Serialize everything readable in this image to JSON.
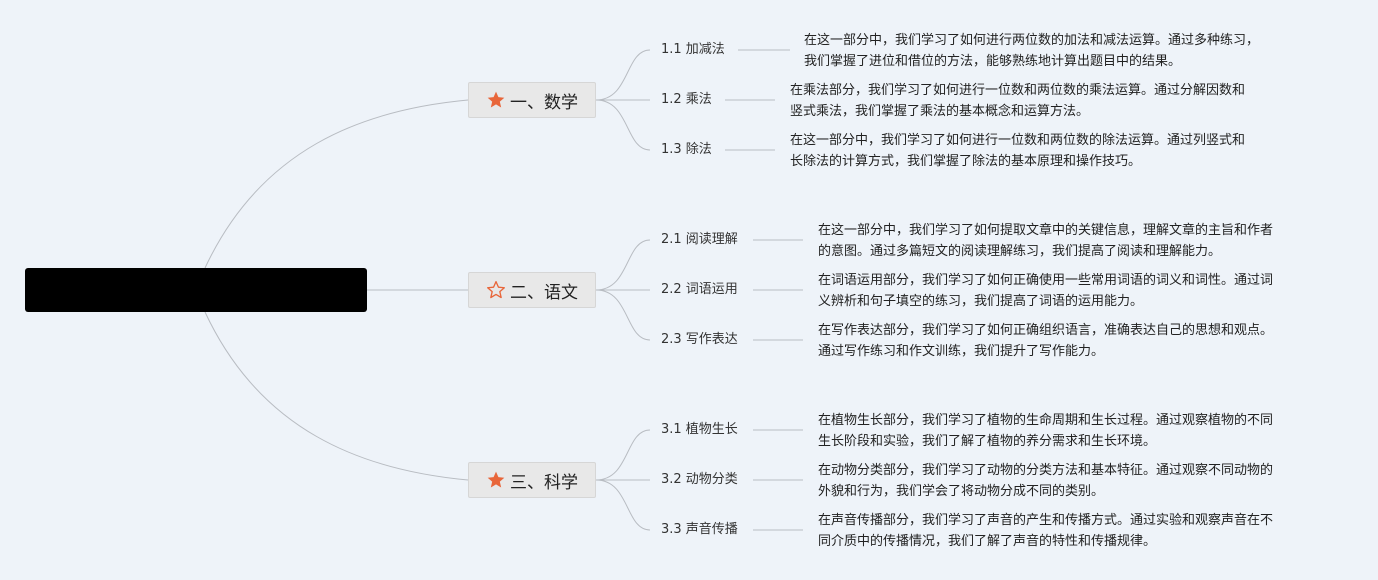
{
  "root": {
    "label": ""
  },
  "branches": [
    {
      "title": "一、数学",
      "icon": "star-filled-icon",
      "items": [
        {
          "label": "1.1 加减法",
          "lines": [
            "在这一部分中，我们学习了如何进行两位数的加法和减法运算。通过多种练习，",
            "我们掌握了进位和借位的方法，能够熟练地计算出题目中的结果。"
          ]
        },
        {
          "label": "1.2 乘法",
          "lines": [
            "在乘法部分，我们学习了如何进行一位数和两位数的乘法运算。通过分解因数和",
            "竖式乘法，我们掌握了乘法的基本概念和运算方法。"
          ]
        },
        {
          "label": "1.3 除法",
          "lines": [
            "在这一部分中，我们学习了如何进行一位数和两位数的除法运算。通过列竖式和",
            "长除法的计算方式，我们掌握了除法的基本原理和操作技巧。"
          ]
        }
      ]
    },
    {
      "title": "二、语文",
      "icon": "star-outline-icon",
      "items": [
        {
          "label": "2.1 阅读理解",
          "lines": [
            "在这一部分中，我们学习了如何提取文章中的关键信息，理解文章的主旨和作者",
            "的意图。通过多篇短文的阅读理解练习，我们提高了阅读和理解能力。"
          ]
        },
        {
          "label": "2.2 词语运用",
          "lines": [
            "在词语运用部分，我们学习了如何正确使用一些常用词语的词义和词性。通过词",
            "义辨析和句子填空的练习，我们提高了词语的运用能力。"
          ]
        },
        {
          "label": "2.3 写作表达",
          "lines": [
            "在写作表达部分，我们学习了如何正确组织语言，准确表达自己的思想和观点。",
            "通过写作练习和作文训练，我们提升了写作能力。"
          ]
        }
      ]
    },
    {
      "title": "三、科学",
      "icon": "star-filled-icon",
      "items": [
        {
          "label": "3.1 植物生长",
          "lines": [
            "在植物生长部分，我们学习了植物的生命周期和生长过程。通过观察植物的不同",
            "生长阶段和实验，我们了解了植物的养分需求和生长环境。"
          ]
        },
        {
          "label": "3.2 动物分类",
          "lines": [
            "在动物分类部分，我们学习了动物的分类方法和基本特征。通过观察不同动物的",
            "外貌和行为，我们学会了将动物分成不同的类别。"
          ]
        },
        {
          "label": "3.3 声音传播",
          "lines": [
            "在声音传播部分，我们学习了声音的产生和传播方式。通过实验和观察声音在不",
            "同介质中的传播情况，我们了解了声音的特性和传播规律。"
          ]
        }
      ]
    }
  ],
  "colors": {
    "background": "#eef3f9",
    "connector": "#b8bcc2",
    "star": "#e8663a",
    "root": "#000000",
    "topic_fill": "#e8e8e8"
  }
}
